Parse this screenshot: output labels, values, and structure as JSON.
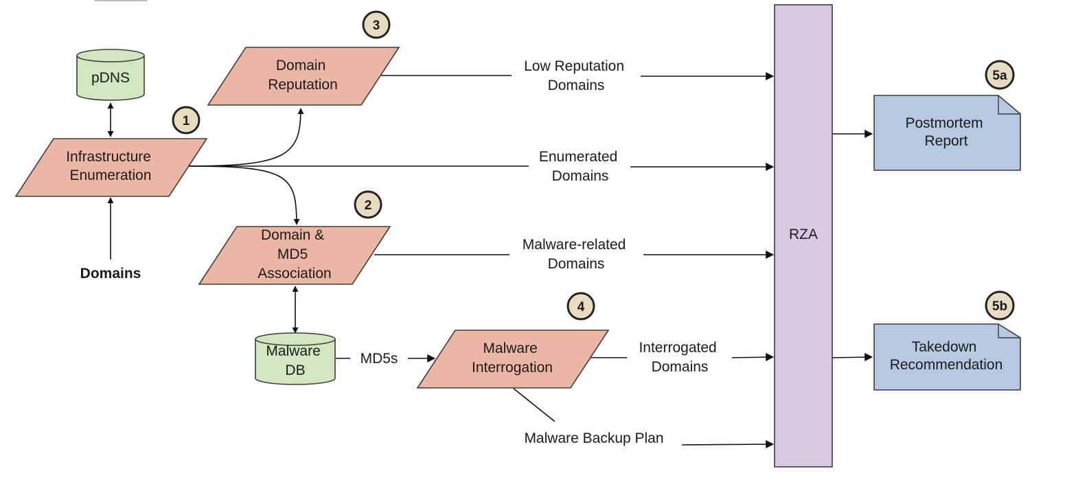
{
  "nodes": {
    "pdns": {
      "lines": [
        "pDNS"
      ]
    },
    "infrastructure_enumeration": {
      "lines": [
        "Infrastructure",
        "Enumeration"
      ]
    },
    "domains_input": {
      "lines": [
        "Domains"
      ]
    },
    "domain_reputation": {
      "lines": [
        "Domain",
        "Reputation"
      ]
    },
    "domain_md5_association": {
      "lines": [
        "Domain &",
        "MD5",
        "Association"
      ]
    },
    "malware_db": {
      "lines": [
        "Malware",
        "DB"
      ]
    },
    "malware_interrogation": {
      "lines": [
        "Malware",
        "Interrogation"
      ]
    },
    "rza": {
      "lines": [
        "RZA"
      ]
    },
    "postmortem_report": {
      "lines": [
        "Postmortem",
        "Report"
      ]
    },
    "takedown_recommendation": {
      "lines": [
        "Takedown",
        "Recommendation"
      ]
    }
  },
  "badges": {
    "b1": "1",
    "b2": "2",
    "b3": "3",
    "b4": "4",
    "b5a": "5a",
    "b5b": "5b"
  },
  "edge_labels": {
    "low_reputation": [
      "Low Reputation",
      "Domains"
    ],
    "enumerated": [
      "Enumerated",
      "Domains"
    ],
    "malware_related": [
      "Malware-related",
      "Domains"
    ],
    "interrogated": [
      "Interrogated",
      "Domains"
    ],
    "md5s": [
      "MD5s"
    ],
    "backup_plan": [
      "Malware Backup Plan"
    ]
  }
}
